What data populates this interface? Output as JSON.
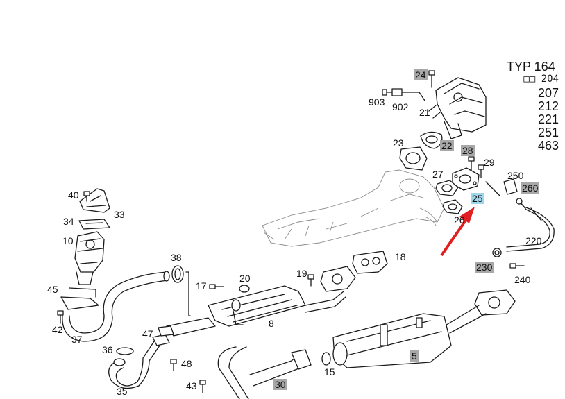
{
  "type_table": {
    "title": "TYP 164",
    "subtitle": "□□ 204",
    "values": [
      "207",
      "212",
      "221",
      "251",
      "463"
    ]
  },
  "labels": {
    "l24": "24",
    "l903": "903",
    "l902": "902",
    "l21": "21",
    "l23": "23",
    "l22": "22",
    "l28": "28",
    "l29": "29",
    "l27": "27",
    "l250": "250",
    "l260": "260",
    "l25": "25",
    "l26": "26",
    "l40": "40",
    "l33": "33",
    "l34": "34",
    "l10": "10",
    "l38": "38",
    "l220": "220",
    "l18": "18",
    "l20": "20",
    "l19": "19",
    "l17": "17",
    "l45": "45",
    "l230": "230",
    "l240": "240",
    "l8": "8",
    "l42": "42",
    "l37": "37",
    "l47": "47",
    "l36": "36",
    "l48": "48",
    "l5": "5",
    "l35": "35",
    "l43": "43",
    "l30": "30",
    "l15": "15"
  },
  "colors": {
    "highlight_grey": "#a8a8a8",
    "selected_blue": "#9fd6ea",
    "arrow_red": "#e02020"
  }
}
